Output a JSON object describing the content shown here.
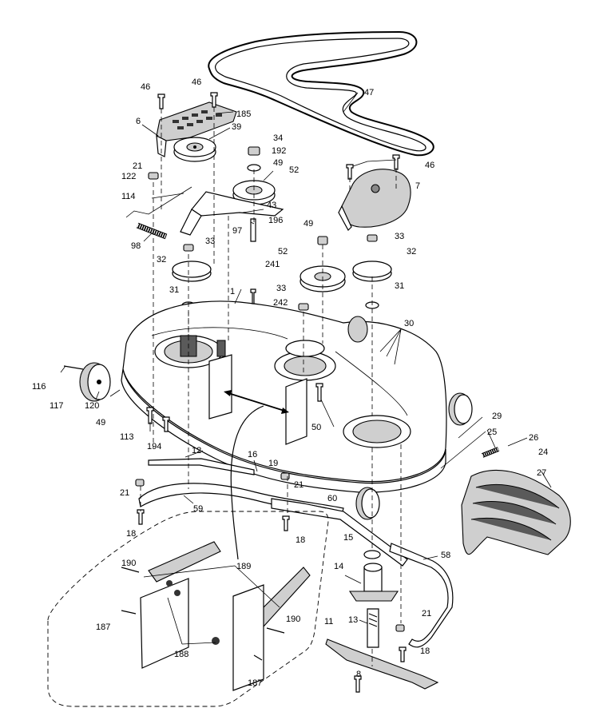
{
  "labels": [
    {
      "id": "p46a",
      "text": "46"
    },
    {
      "id": "p46b",
      "text": "46"
    },
    {
      "id": "p46c",
      "text": "46"
    },
    {
      "id": "p6",
      "text": "6"
    },
    {
      "id": "p185",
      "text": "185"
    },
    {
      "id": "p39",
      "text": "39"
    },
    {
      "id": "p34",
      "text": "34"
    },
    {
      "id": "p192",
      "text": "192"
    },
    {
      "id": "p49a",
      "text": "49"
    },
    {
      "id": "p52a",
      "text": "52"
    },
    {
      "id": "p47",
      "text": "47"
    },
    {
      "id": "p21a",
      "text": "21"
    },
    {
      "id": "p122",
      "text": "122"
    },
    {
      "id": "p114",
      "text": "114"
    },
    {
      "id": "p43",
      "text": "43"
    },
    {
      "id": "p196",
      "text": "196"
    },
    {
      "id": "p97",
      "text": "97"
    },
    {
      "id": "p98",
      "text": "98"
    },
    {
      "id": "p33a",
      "text": "33"
    },
    {
      "id": "p7",
      "text": "7"
    },
    {
      "id": "p33b",
      "text": "33"
    },
    {
      "id": "p49b",
      "text": "49"
    },
    {
      "id": "p32a",
      "text": "32"
    },
    {
      "id": "p241",
      "text": "241"
    },
    {
      "id": "p52b",
      "text": "52"
    },
    {
      "id": "p32b",
      "text": "32"
    },
    {
      "id": "p31a",
      "text": "31"
    },
    {
      "id": "p33c",
      "text": "33"
    },
    {
      "id": "p31b",
      "text": "31"
    },
    {
      "id": "p1",
      "text": "1"
    },
    {
      "id": "p242",
      "text": "242"
    },
    {
      "id": "p30",
      "text": "30"
    },
    {
      "id": "p116",
      "text": "116"
    },
    {
      "id": "p117",
      "text": "117"
    },
    {
      "id": "p120",
      "text": "120"
    },
    {
      "id": "p49c",
      "text": "49"
    },
    {
      "id": "p113",
      "text": "113"
    },
    {
      "id": "p50",
      "text": "50"
    },
    {
      "id": "p29",
      "text": "29"
    },
    {
      "id": "p194",
      "text": "194"
    },
    {
      "id": "p25",
      "text": "25"
    },
    {
      "id": "p26",
      "text": "26"
    },
    {
      "id": "p24",
      "text": "24"
    },
    {
      "id": "p12",
      "text": "12"
    },
    {
      "id": "p16",
      "text": "16"
    },
    {
      "id": "p19",
      "text": "19"
    },
    {
      "id": "p27",
      "text": "27"
    },
    {
      "id": "p21b",
      "text": "21"
    },
    {
      "id": "p21c",
      "text": "21"
    },
    {
      "id": "p59",
      "text": "59"
    },
    {
      "id": "p60",
      "text": "60"
    },
    {
      "id": "p18a",
      "text": "18"
    },
    {
      "id": "p18b",
      "text": "18"
    },
    {
      "id": "p15",
      "text": "15"
    },
    {
      "id": "p58",
      "text": "58"
    },
    {
      "id": "p190a",
      "text": "190"
    },
    {
      "id": "p189",
      "text": "189"
    },
    {
      "id": "p14",
      "text": "14"
    },
    {
      "id": "p190b",
      "text": "190"
    },
    {
      "id": "p187a",
      "text": "187"
    },
    {
      "id": "p188",
      "text": "188"
    },
    {
      "id": "p11",
      "text": "11"
    },
    {
      "id": "p13",
      "text": "13"
    },
    {
      "id": "p21d",
      "text": "21"
    },
    {
      "id": "p18c",
      "text": "18"
    },
    {
      "id": "p8",
      "text": "8"
    },
    {
      "id": "p187b",
      "text": "187"
    }
  ]
}
